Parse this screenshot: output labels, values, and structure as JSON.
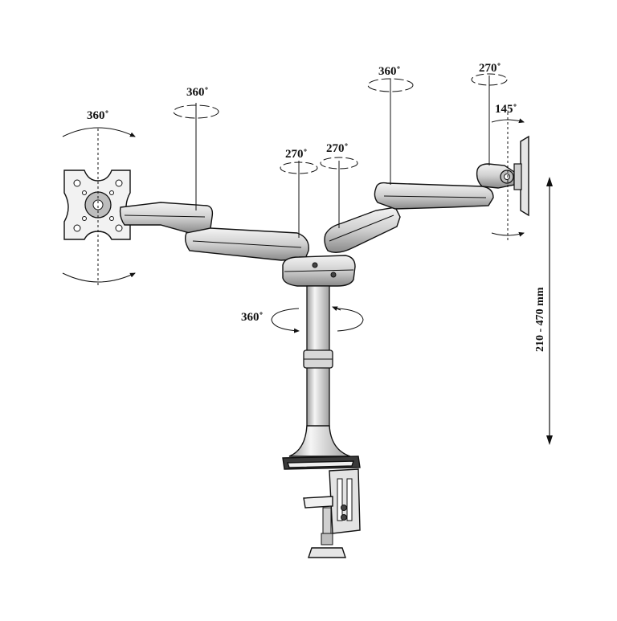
{
  "diagram": {
    "rotation_labels": {
      "left_plate": "360˚",
      "left_outer_joint": "360˚",
      "left_inner_joint": "270˚",
      "right_inner_joint": "270˚",
      "right_outer_joint": "360˚",
      "right_head_pan": "270˚",
      "right_head_tilt": "145˚",
      "pole": "360˚"
    },
    "height_range": "210 - 470 mm",
    "colors": {
      "line": "#111111",
      "shade": "#d9d9d9",
      "dark": "#444444"
    }
  }
}
